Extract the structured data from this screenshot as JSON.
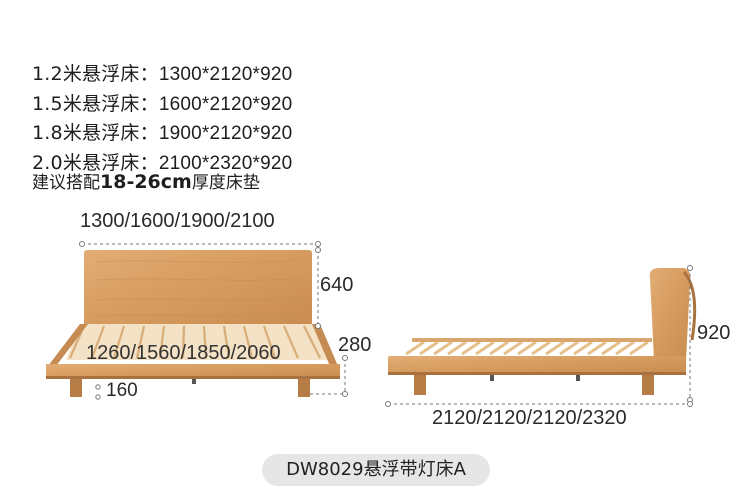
{
  "specs": [
    {
      "label": "1.2米悬浮床：",
      "size": "1300*2120*920"
    },
    {
      "label": "1.5米悬浮床：",
      "size": "1600*2120*920"
    },
    {
      "label": "1.8米悬浮床：",
      "size": "1900*2120*920"
    },
    {
      "label": "2.0米悬浮床：",
      "size": "2100*2320*920"
    }
  ],
  "mattress_note": {
    "prefix": "建议搭配",
    "range": "18-26cm",
    "suffix": "厚度床垫"
  },
  "front_view": {
    "total_width": "1300/1600/1900/2100",
    "headboard_height": "640",
    "frame_height": "280",
    "inner_width": "1260/1560/1850/2060",
    "clearance": "160"
  },
  "side_view": {
    "total_height": "920",
    "length": "2120/2120/2120/2320"
  },
  "model": "DW8029悬浮带灯床A",
  "colors": {
    "wood": "#d9a066",
    "wood_dark": "#b9824c",
    "dim_line": "#777777"
  }
}
